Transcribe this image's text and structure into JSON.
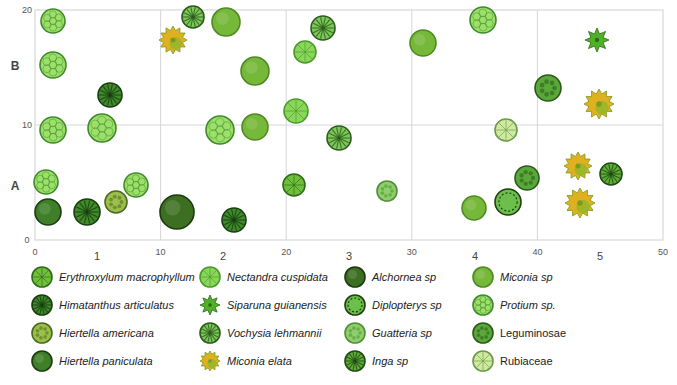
{
  "diagram": {
    "labels": [
      "20",
      "B",
      "10",
      "A",
      "0",
      "0",
      "1",
      "10",
      "2",
      "20",
      "3",
      "30",
      "4",
      "40",
      "5",
      "50"
    ],
    "legend": [
      {
        "text": "Erythroxylum macrophyllum"
      },
      {
        "text": "Himatanthus articulatus"
      },
      {
        "text": "Hiertella americana"
      },
      {
        "text": "Hiertella paniculata"
      },
      {
        "text": "Nectandra cuspidata"
      },
      {
        "text": "Siparuna guianensis"
      },
      {
        "text": "Vochysia lehmannii"
      },
      {
        "text": "Miconia elata"
      },
      {
        "text": "Alchornea sp"
      },
      {
        "text": "Diplopterys sp"
      },
      {
        "text": "Guatteria sp"
      },
      {
        "text": "Inga sp"
      },
      {
        "text": "Miconia sp"
      },
      {
        "text": "Protium sp."
      },
      {
        "text": "Leguminosae"
      },
      {
        "text": "Rubiaceae"
      }
    ]
  }
}
